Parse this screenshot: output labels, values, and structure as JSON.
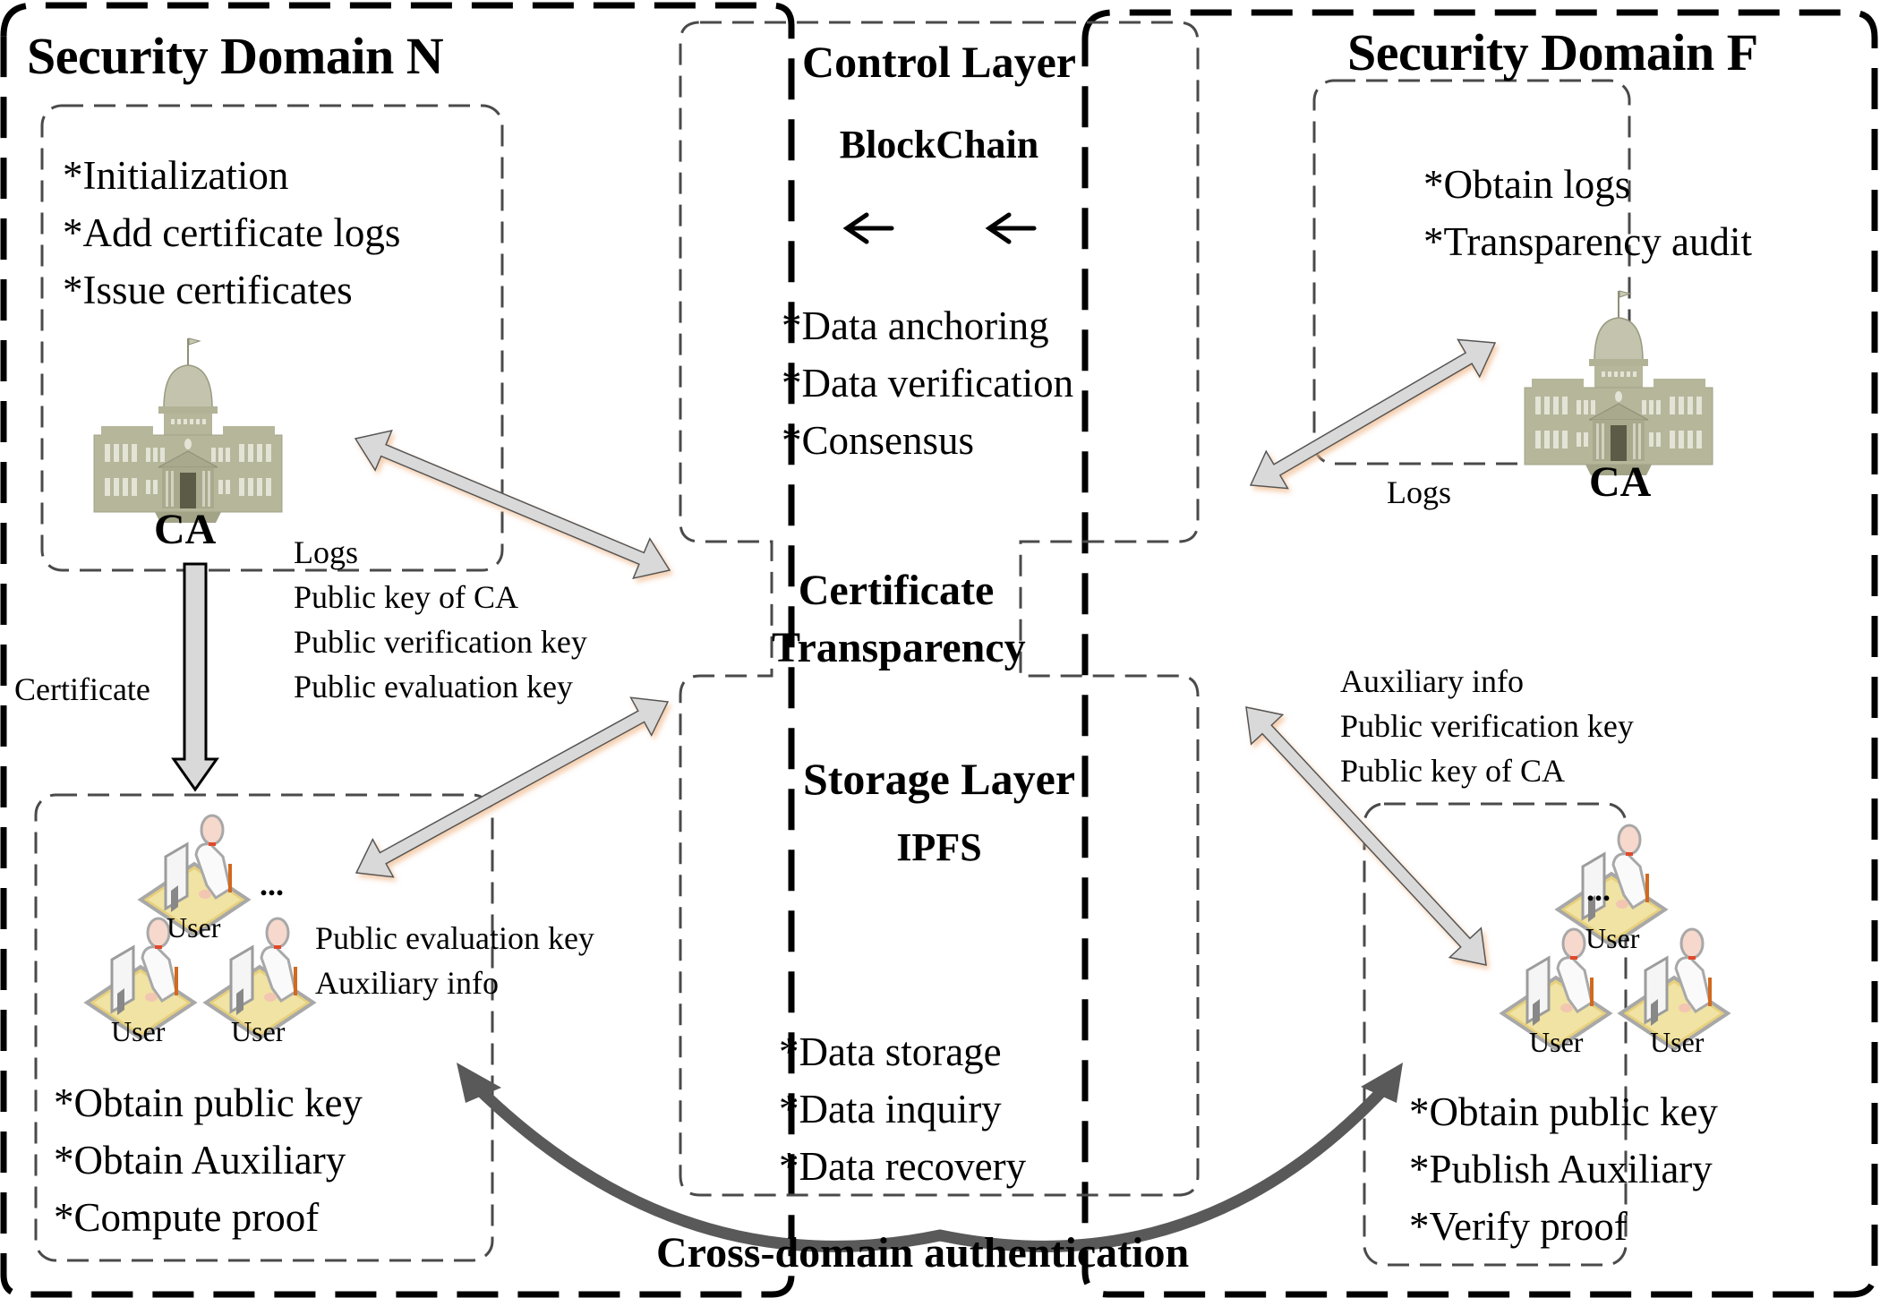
{
  "domain_n": {
    "title": "Security Domain N",
    "ca_box": {
      "bullets": [
        "*Initialization",
        "*Add certificate logs",
        "*Issue certificates"
      ],
      "ca_label": "CA"
    },
    "certificate_arrow_label": "Certificate",
    "ca_to_chain_labels": [
      "Logs",
      "Public key of CA",
      "Public verification key",
      "Public evaluation key"
    ],
    "users_box": {
      "user_labels": [
        "User",
        "User",
        "User"
      ],
      "ellipsis": "...",
      "incoming_labels": [
        "Public evaluation key",
        "Auxiliary info"
      ],
      "bullets": [
        "*Obtain public key",
        "*Obtain Auxiliary",
        "*Compute proof"
      ]
    }
  },
  "center": {
    "control_layer": {
      "title": "Control Layer",
      "subtitle": "BlockChain",
      "chain_arrows": [
        "←",
        "←"
      ],
      "bullets": [
        "*Data anchoring",
        "*Data verification",
        "*Consensus"
      ]
    },
    "certificate_transparency": [
      "Certificate",
      "Transparency"
    ],
    "storage_layer": {
      "title": "Storage Layer",
      "subtitle": "IPFS",
      "bullets": [
        "*Data storage",
        "*Data inquiry",
        "*Data recovery"
      ]
    }
  },
  "domain_f": {
    "title": "Security Domain F",
    "ca_box": {
      "bullets": [
        "*Obtain logs",
        "*Transparency audit"
      ],
      "ca_label": "CA",
      "logs_label": "Logs"
    },
    "storage_to_users_labels": [
      "Auxiliary info",
      "Public verification key",
      "Public key of CA"
    ],
    "users_box": {
      "user_labels": [
        "User",
        "User",
        "User"
      ],
      "ellipsis": "...",
      "bullets": [
        "*Obtain public key",
        "*Publish Auxiliary",
        "*Verify proof"
      ]
    }
  },
  "cross_domain_label": "Cross-domain authentication",
  "colors": {
    "frame": "#000000",
    "inner_dash": "#4a4a4a",
    "arrow_fill": "#d9d9d9",
    "arrow_glow": "#f4c9a8",
    "cross_arrow": "#595959",
    "building": "#b7b79a",
    "desk": "#e8d27a"
  }
}
